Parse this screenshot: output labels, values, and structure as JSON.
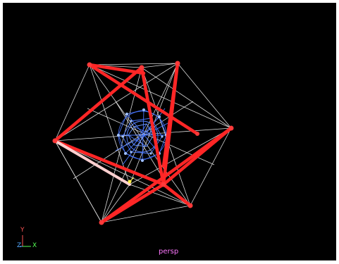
{
  "viewport": {
    "camera_label": "persp",
    "background_color": "#000000"
  },
  "axis_gizmo": {
    "y_label": "Y",
    "z_label": "Z",
    "x_label": "X",
    "y_color": "#ff5555",
    "z_color": "#55aaff",
    "x_color": "#55ff55"
  },
  "model": {
    "edge_color_thick": "#ff2a2a",
    "edge_color_thin": "#e8e8e8",
    "inner_wire_color": "#4477ff",
    "selected_edge_color": "#ffd0d0"
  }
}
